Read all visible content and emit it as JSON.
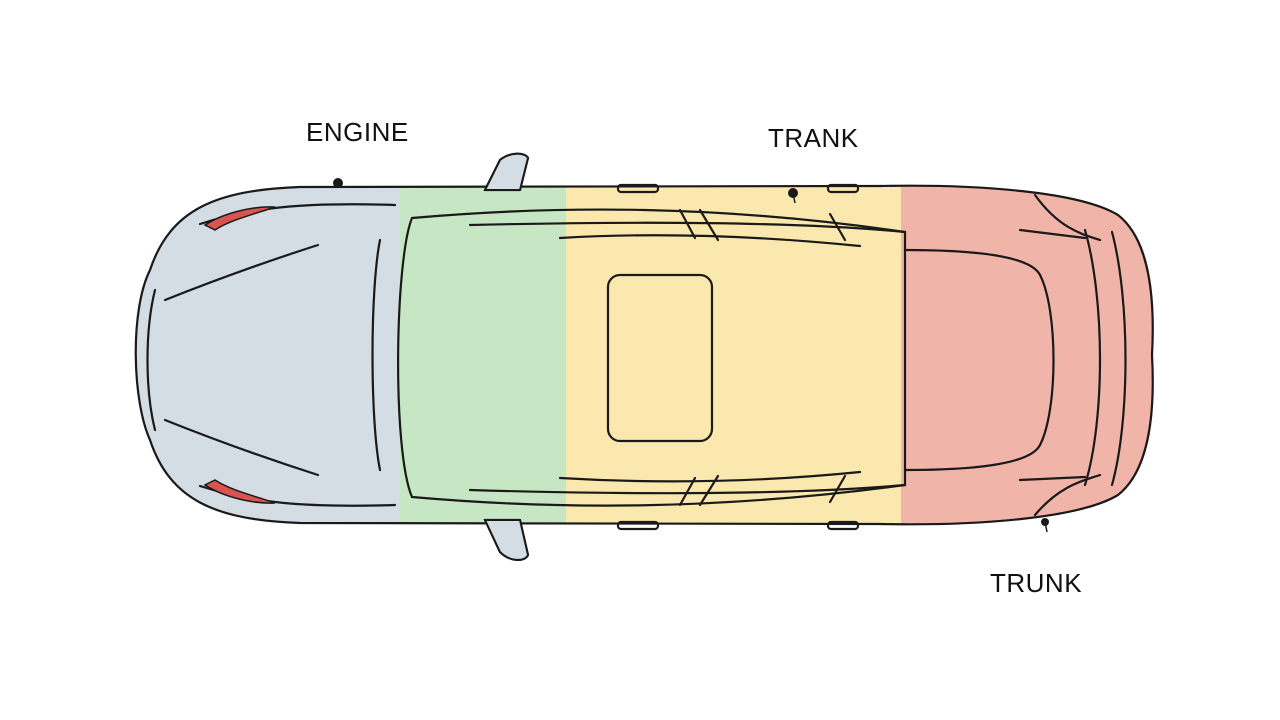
{
  "labels": {
    "engine": "ENGINE",
    "trank": "TRANK",
    "trunk": "TRUNK"
  },
  "zones": {
    "engine": "#d3dde3",
    "cabin_front": "#c7e6c4",
    "cabin_rear": "#fbe8ae",
    "trunk": "#f0b4a8"
  },
  "colors": {
    "outline": "#1a1a1a",
    "lights": "#d9534f"
  }
}
